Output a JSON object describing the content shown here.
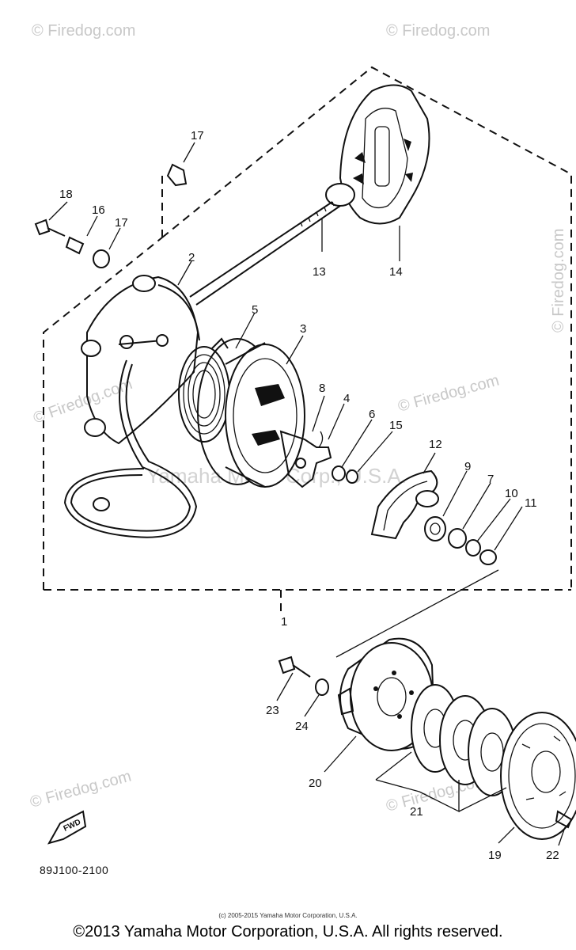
{
  "diagram": {
    "part_labels": {
      "p1": "1",
      "p2": "2",
      "p3": "3",
      "p4": "4",
      "p5": "5",
      "p6": "6",
      "p7": "7",
      "p8": "8",
      "p9": "9",
      "p10": "10",
      "p11": "11",
      "p12": "12",
      "p13": "13",
      "p14": "14",
      "p15": "15",
      "p16": "16",
      "p17a": "17",
      "p17b": "17",
      "p18": "18",
      "p19": "19",
      "p20": "20",
      "p21": "21",
      "p22": "22",
      "p23": "23",
      "p24": "24"
    },
    "diagram_code": "89J100-2100",
    "fwd_mark": "FWD",
    "watermark": "© Firedog.com",
    "watermark_faint": "Yamaha Motor Corp., U.S.A."
  },
  "footer": {
    "small_copyright": "(c) 2005-2015 Yamaha Motor Corporation, U.S.A.",
    "copyright": "©2013 Yamaha Motor Corporation, U.S.A. All rights reserved."
  }
}
